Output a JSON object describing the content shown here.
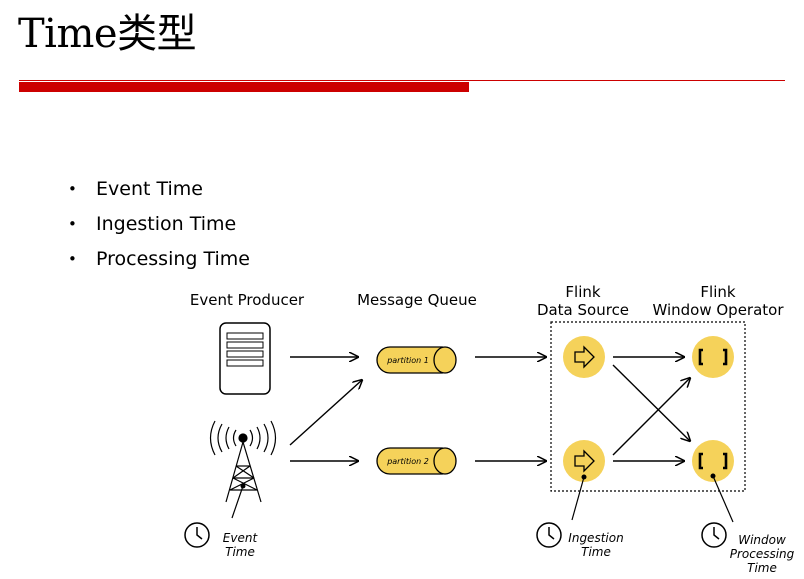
{
  "slide": {
    "title": "Time类型",
    "bullets": [
      "Event Time",
      "Ingestion Time",
      "Processing Time"
    ]
  },
  "diagram": {
    "event_producer": "Event Producer",
    "message_queue": "Message Queue",
    "flink_source_line1": "Flink",
    "flink_source_line2": "Data Source",
    "flink_window_line1": "Flink",
    "flink_window_line2": "Window Operator",
    "partition1": "partition 1",
    "partition2": "partition 2",
    "event_time_line1": "Event",
    "event_time_line2": "Time",
    "ingestion_time_line1": "Ingestion",
    "ingestion_time_line2": "Time",
    "window_time_line1": "Window",
    "window_time_line2": "Processing",
    "window_time_line3": "Time",
    "accent_color": "#f5d25a",
    "brand_color": "#cc0000"
  }
}
